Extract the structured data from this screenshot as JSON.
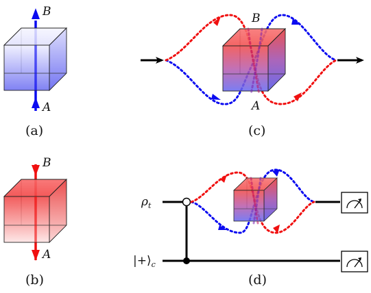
{
  "panels": {
    "a": {
      "caption": "(a)",
      "label_top": "B",
      "label_bottom": "A"
    },
    "b": {
      "caption": "(b)",
      "label_top": "B",
      "label_bottom": "A"
    },
    "c": {
      "caption": "(c)",
      "label_top": "B",
      "label_bottom": "A"
    },
    "d": {
      "caption": "(d)",
      "input_target": "ρ",
      "input_target_sub": "t",
      "input_control": "|+⟩",
      "input_control_sub": "c"
    }
  },
  "colors": {
    "blue": "#0b0bf0",
    "red": "#f01010",
    "cube_blue": "#6a6cf0",
    "cube_red": "#f04a4a",
    "wire": "#000000"
  },
  "icons": [
    "measurement-meter-icon",
    "measurement-meter-icon"
  ]
}
